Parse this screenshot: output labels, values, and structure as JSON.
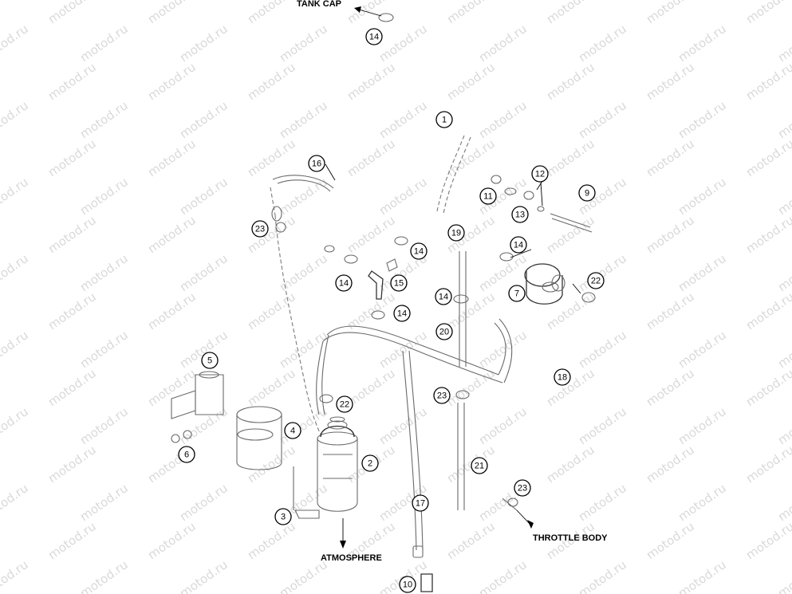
{
  "directions": {
    "tank_cap": "TANK CAP",
    "atmosphere": "ATMOSPHERE",
    "throttle_body": "THROTTLE BODY"
  },
  "callouts": [
    "14",
    "1",
    "16",
    "12",
    "11",
    "9",
    "13",
    "23",
    "19",
    "14",
    "14",
    "15",
    "14",
    "14",
    "7",
    "22",
    "14",
    "20",
    "18",
    "5",
    "22",
    "23",
    "4",
    "2",
    "6",
    "21",
    "23",
    "3",
    "17",
    "10"
  ],
  "watermark": "motod.ru"
}
